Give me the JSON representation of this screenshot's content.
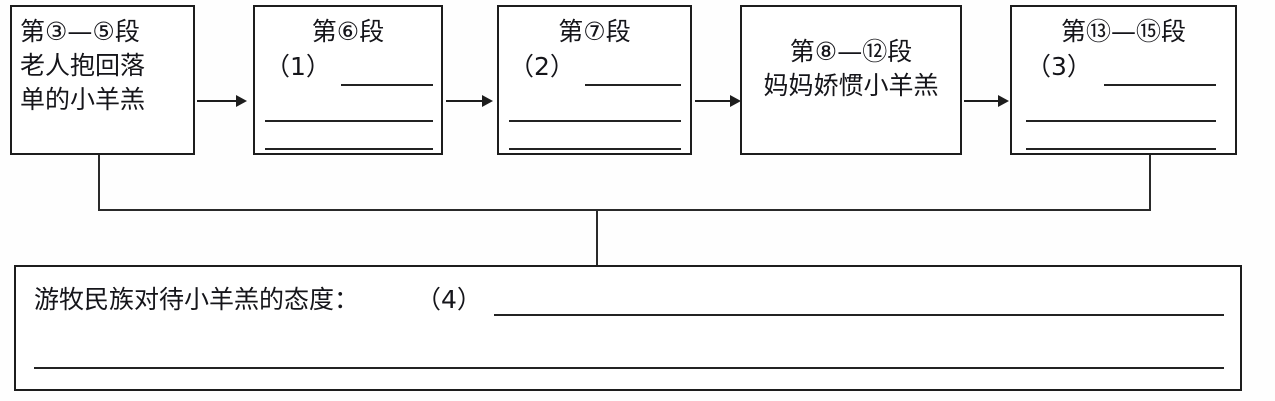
{
  "diagram": {
    "title_text": "",
    "stroke_color": "#1d1d1d",
    "background_color": "#fefefe",
    "nodes": [
      {
        "id": "stage-3-5",
        "line1": "第③—⑤段",
        "line2": "老人抱回落",
        "line3": "单的小羊羔",
        "align": "left",
        "blanks": 0
      },
      {
        "id": "stage-6",
        "line1": "第⑥段",
        "prompt": "（1）",
        "align": "center",
        "blanks": 3
      },
      {
        "id": "stage-7",
        "line1": "第⑦段",
        "prompt": "（2）",
        "align": "center",
        "blanks": 3
      },
      {
        "id": "stage-8-12",
        "line1": "第⑧—⑫段",
        "line2": "妈妈娇惯小羊羔",
        "align": "center",
        "blanks": 0
      },
      {
        "id": "stage-13-15",
        "line1": "第⑬—⑮段",
        "prompt": "（3）",
        "align": "center",
        "blanks": 3
      }
    ],
    "arrows": [
      {
        "from": "stage-3-5",
        "to": "stage-6"
      },
      {
        "from": "stage-6",
        "to": "stage-7"
      },
      {
        "from": "stage-7",
        "to": "stage-8-12"
      },
      {
        "from": "stage-8-12",
        "to": "stage-13-15"
      }
    ],
    "summary": {
      "label": "游牧民族对待小羊羔的态度：",
      "prompt": "（4）",
      "blanks": 2
    }
  }
}
